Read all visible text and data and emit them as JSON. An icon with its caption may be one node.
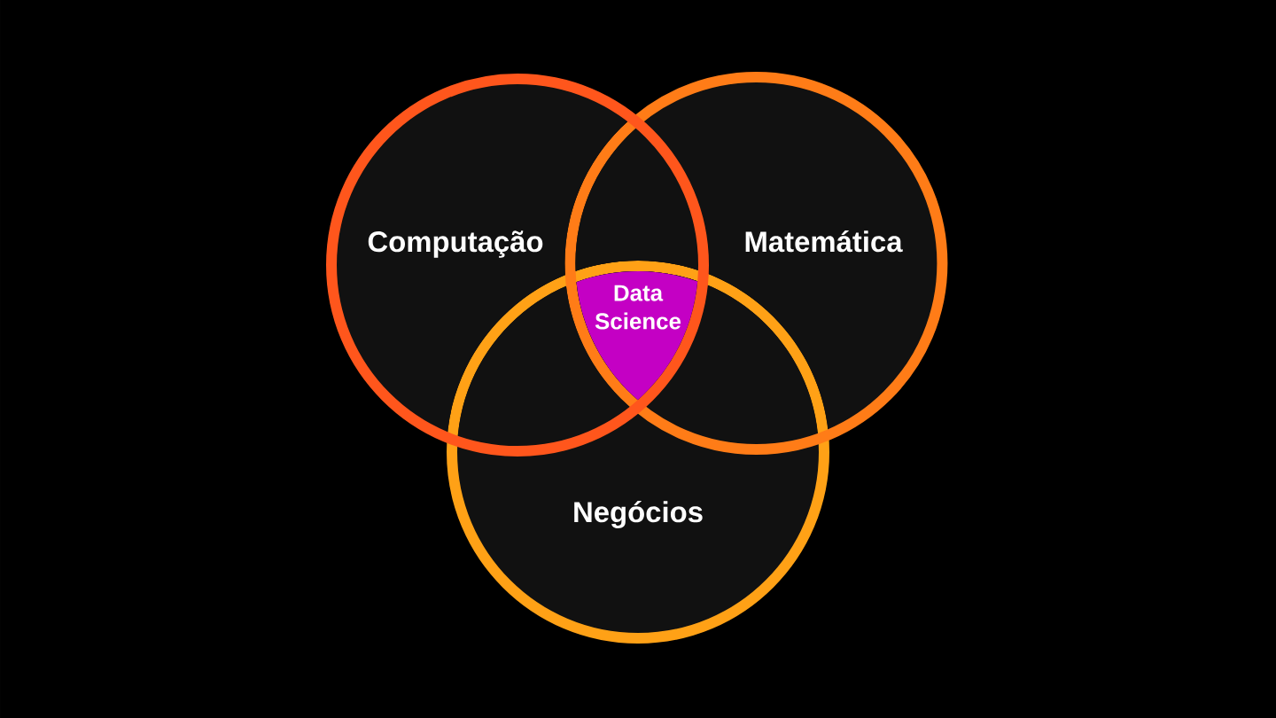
{
  "diagram": {
    "nodes": [
      {
        "text": [
          "Computação"
        ]
      },
      {
        "text": [
          "Matemática"
        ]
      },
      {
        "text": [
          "Data Science"
        ]
      },
      {
        "text": [
          "Negócios"
        ]
      }
    ]
  }
}
